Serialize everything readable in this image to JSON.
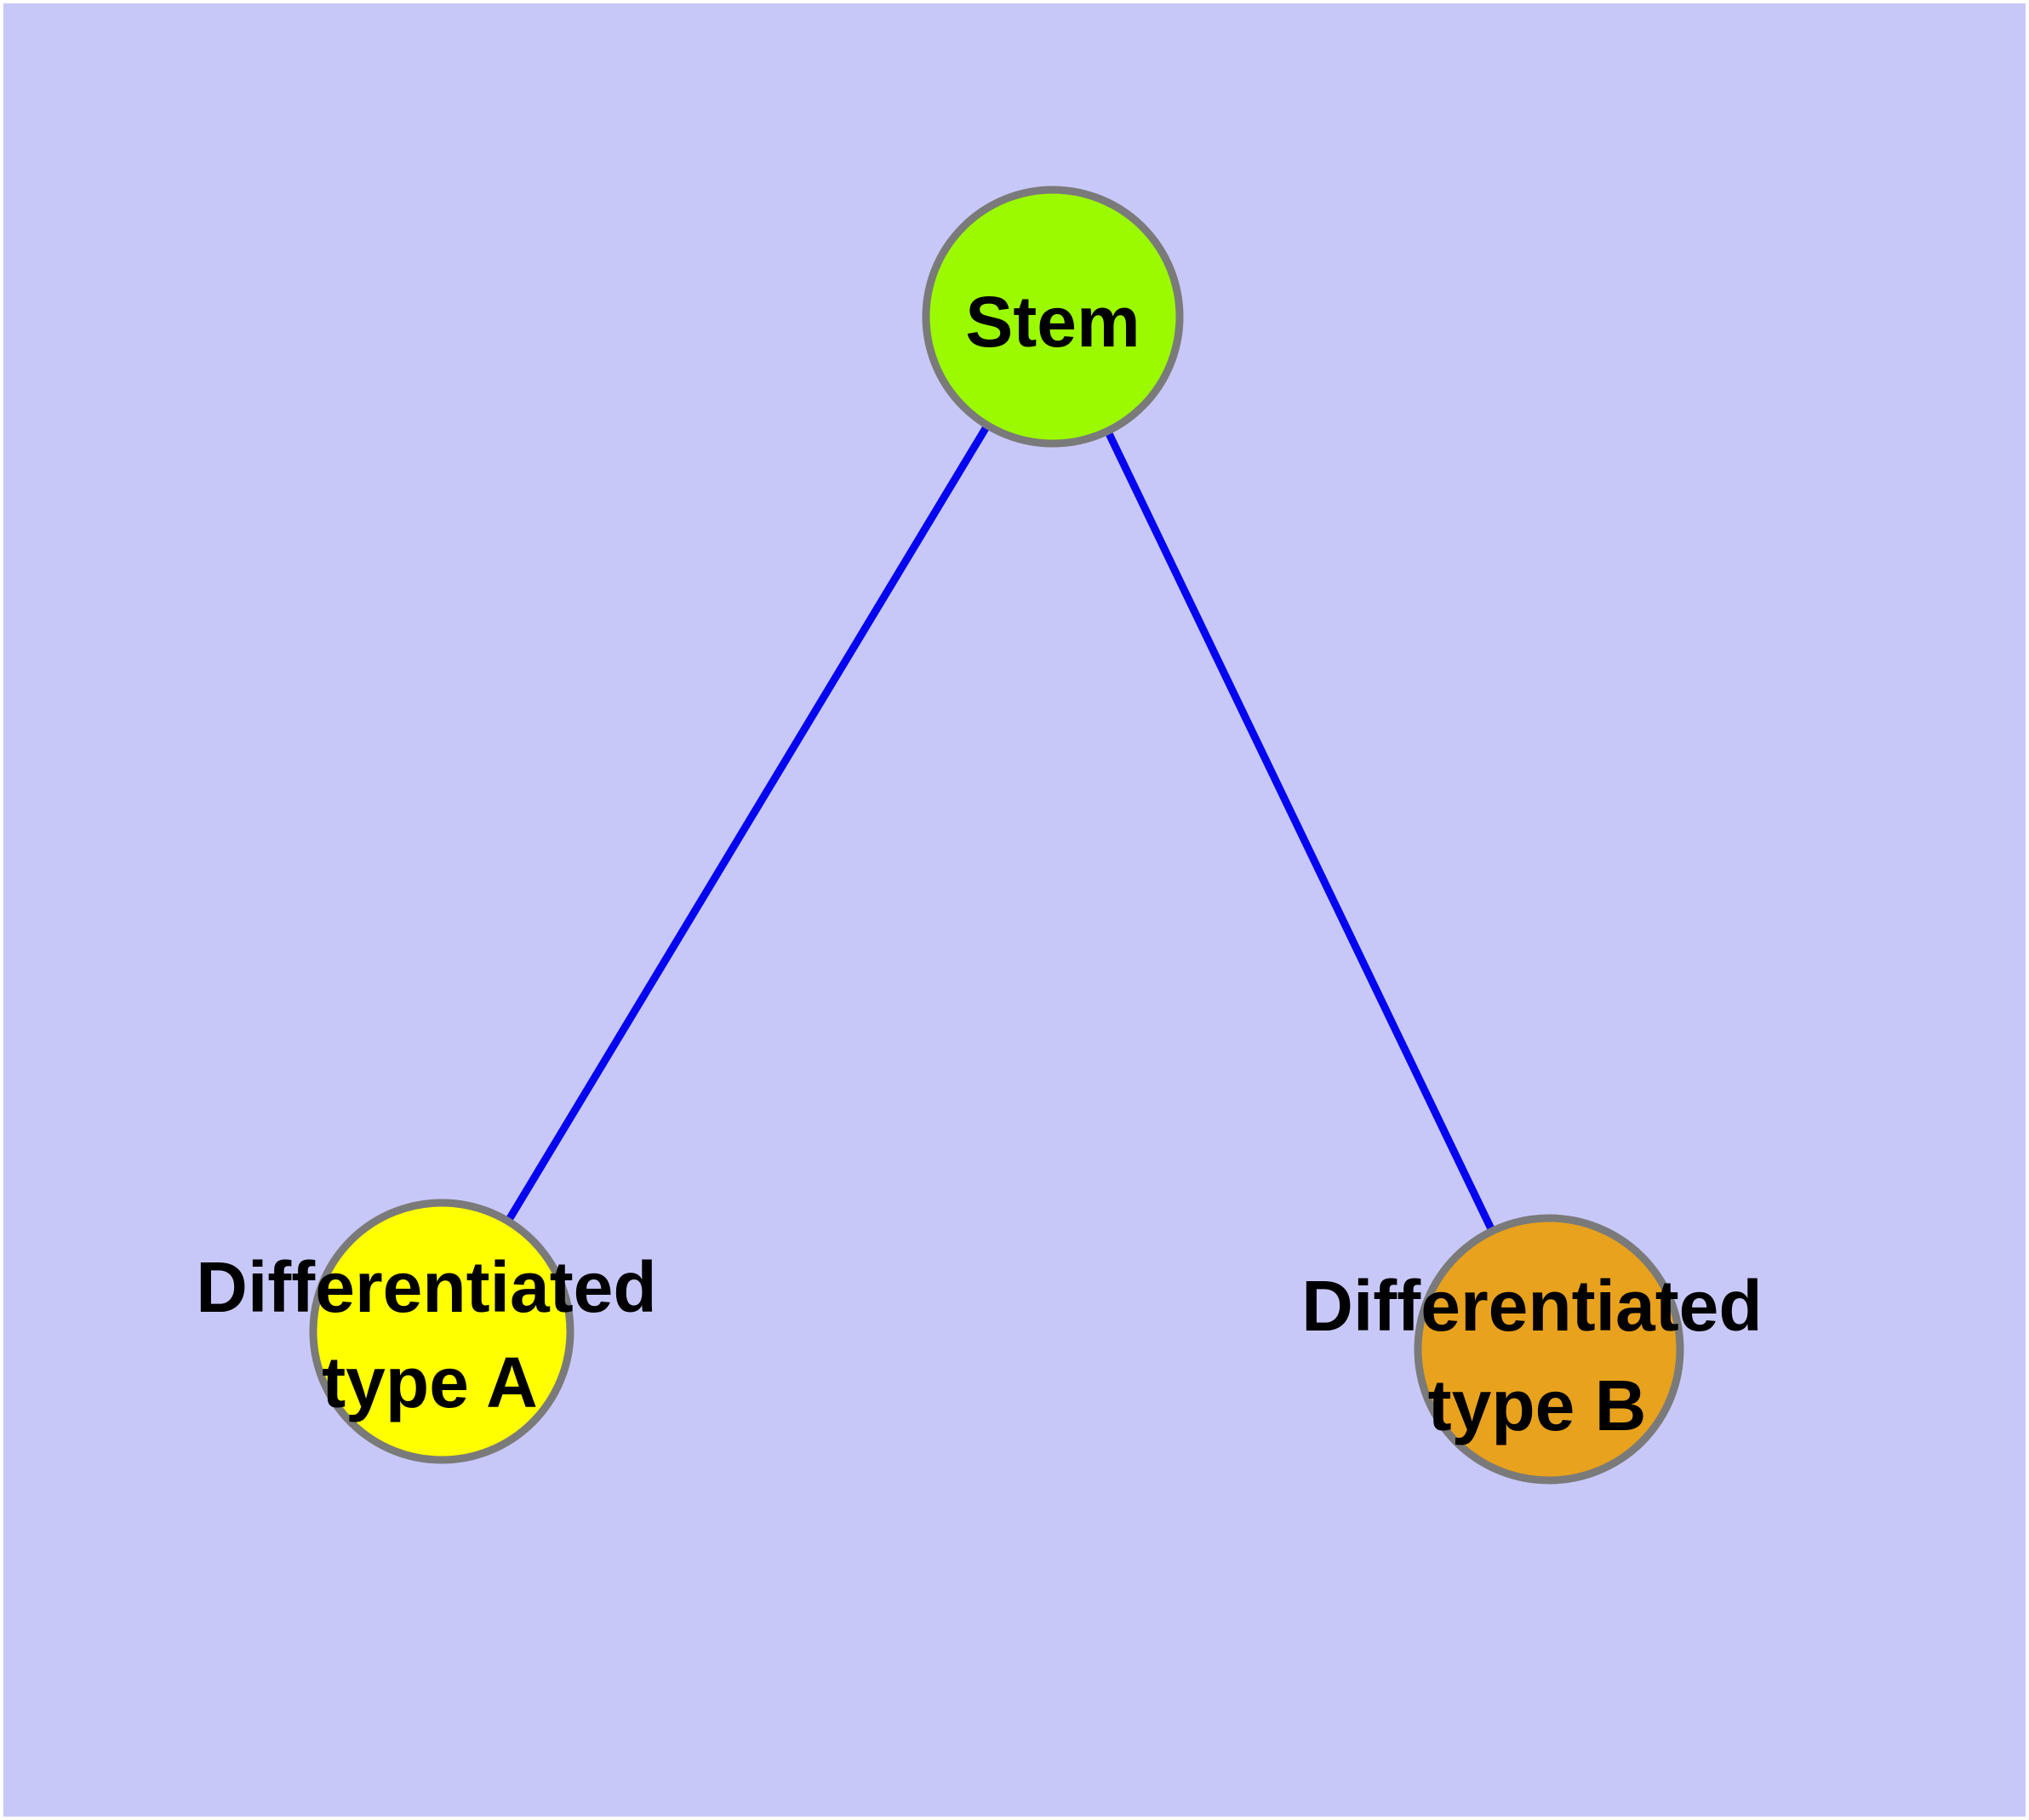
{
  "diagram": {
    "type": "graph",
    "background_color": "#C8C8F8",
    "frame_color": "#FFFFFF",
    "edge_color": "#0505F0",
    "node_border_color": "#7A7A7A",
    "text_color": "#000000",
    "nodes": {
      "stem": {
        "label": "Stem",
        "fill": "#9BFA00"
      },
      "type_a": {
        "label": "Differentiated type A",
        "label_line1": "Differentiated",
        "label_line2": "type A",
        "fill": "#FFFF00"
      },
      "type_b": {
        "label": "Differentiated type B",
        "label_line1": "Differentiated",
        "label_line2": "type B",
        "fill": "#E8A21D"
      }
    },
    "edges": [
      {
        "from": "Stem",
        "to": "Differentiated type A"
      },
      {
        "from": "Stem",
        "to": "Differentiated type B"
      }
    ]
  }
}
